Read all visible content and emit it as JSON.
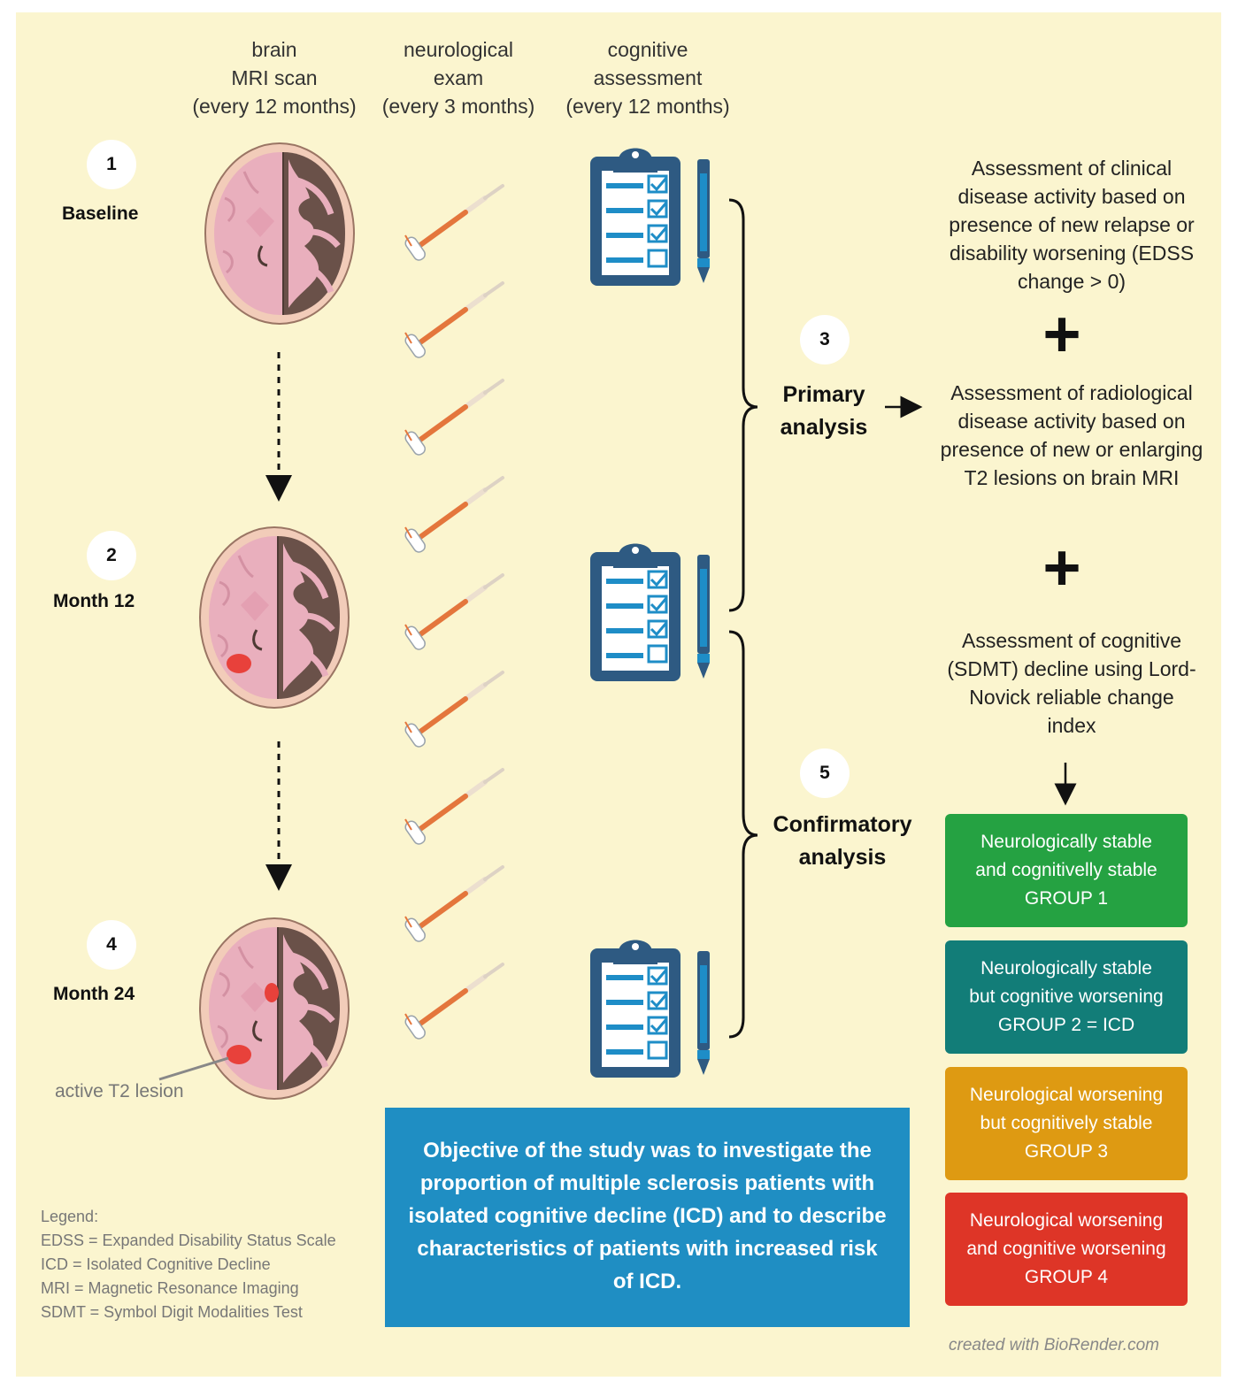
{
  "columns": {
    "mri": "brain\nMRI scan\n(every 12 months)",
    "neuro": "neurological\nexam\n(every 3 months)",
    "cognitive": "cognitive\nassessment\n(every 12 months)"
  },
  "timepoints": [
    {
      "number": "1",
      "label": "Baseline"
    },
    {
      "number": "2",
      "label": "Month 12"
    },
    {
      "number": "4",
      "label": "Month 24"
    }
  ],
  "lesion_label": "active T2 lesion",
  "analyses": {
    "primary": {
      "number": "3",
      "label": "Primary\nanalysis"
    },
    "confirmatory": {
      "number": "5",
      "label": "Confirmatory\nanalysis"
    }
  },
  "assessments": {
    "clinical": "Assessment of clinical disease activity based on presence of new relapse or disability worsening (EDSS change > 0)",
    "radiological": "Assessment of radiological disease activity based on presence of new or enlarging T2 lesions on brain MRI",
    "cognitive": "Assessment of cognitive (SDMT) decline using Lord-Novick reliable change index",
    "plus": "+"
  },
  "groups": [
    {
      "line1": "Neurologically stable",
      "line2": "and cognitivelly stable",
      "line3": "GROUP 1",
      "color": "#25a242"
    },
    {
      "line1": "Neurologically stable",
      "line2": "but cognitive worsening",
      "line3": "GROUP 2 = ICD",
      "color": "#127d78"
    },
    {
      "line1": "Neurological worsening",
      "line2": "but cognitively stable",
      "line3": "GROUP 3",
      "color": "#de9a12"
    },
    {
      "line1": "Neurological worsening",
      "line2": "and cognitive worsening",
      "line3": "GROUP 4",
      "color": "#de3527"
    }
  ],
  "objective": "Objective of the study was to investigate the proportion of multiple sclerosis patients with isolated cognitive decline (ICD) and to describe characteristics of patients with increased risk of ICD.",
  "legend": {
    "title": "Legend:",
    "items": [
      "EDSS = Expanded Disability Status Scale",
      "ICD = Isolated Cognitive Decline",
      "MRI = Magnetic Resonance Imaging",
      "SDMT = Symbol Digit Modalities Test"
    ]
  },
  "credit": "created with BioRender.com",
  "icons": {
    "brain": "brain-mri-icon",
    "hammer": "reflex-hammer-icon",
    "clipboard": "clipboard-checklist-icon",
    "pen": "pen-icon"
  }
}
